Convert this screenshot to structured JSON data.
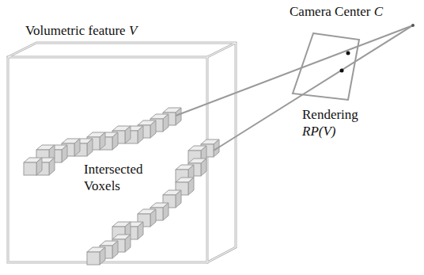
{
  "diagram": {
    "labels": [
      "Volumetric feature V",
      "Intersected Voxels",
      "Camera Center C",
      "Rendering RP(V)"
    ]
  }
}
